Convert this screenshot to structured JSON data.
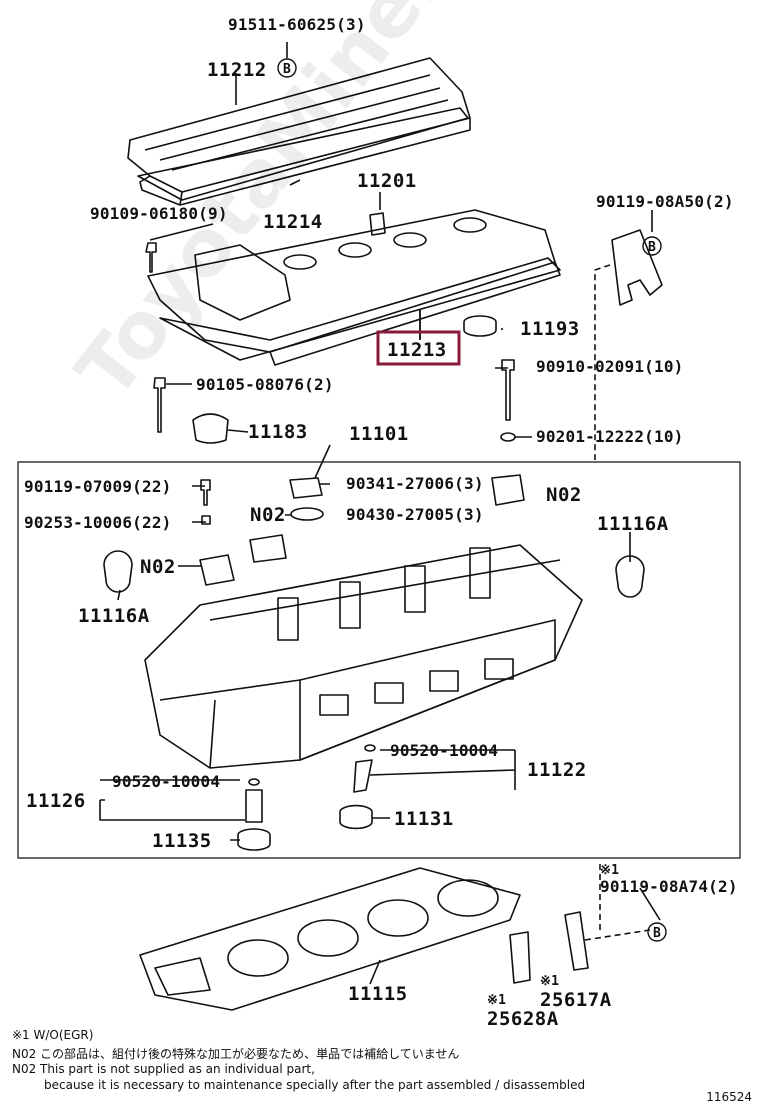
{
  "watermark": "ToyotaMiner.ru",
  "diagram_code": "116524",
  "markers": {
    "b": "B",
    "star": "※1"
  },
  "labels": {
    "p91511": "91511-60625(3)",
    "p11212": "11212",
    "p11201": "11201",
    "p11214": "11214",
    "p90109": "90109-06180(9)",
    "p90119a": "90119-08A50(2)",
    "p11213": "11213",
    "p11193": "11193",
    "p90910": "90910-02091(10)",
    "p90105": "90105-08076(2)",
    "p11183": "11183",
    "p11101": "11101",
    "p90201": "90201-12222(10)",
    "p90119b": "90119-07009(22)",
    "p90341": "90341-27006(3)",
    "n02a": "N02",
    "p90253": "90253-10006(22)",
    "n02b": "N02",
    "p90430": "90430-27005(3)",
    "p11116a": "11116A",
    "n02c": "N02",
    "p11116b": "11116A",
    "p90520a": "90520-10004",
    "p11122": "11122",
    "p11126": "11126",
    "p90520b": "90520-10004",
    "p11131": "11131",
    "p11135": "11135",
    "p90119c": "90119-08A74(2)",
    "p25617": "25617A",
    "p11115": "11115",
    "p25628": "25628A"
  },
  "notes": {
    "line1": "※1 W/O(EGR)",
    "line2": "N02 この部品は、組付け後の特殊な加工が必要なため、単品では補給していません",
    "line3": "N02 This part is not supplied as an individual part,",
    "line4": "because it is necessary to maintenance specially after the part assembled / disassembled"
  },
  "highlight_color": "#8b1a3a"
}
